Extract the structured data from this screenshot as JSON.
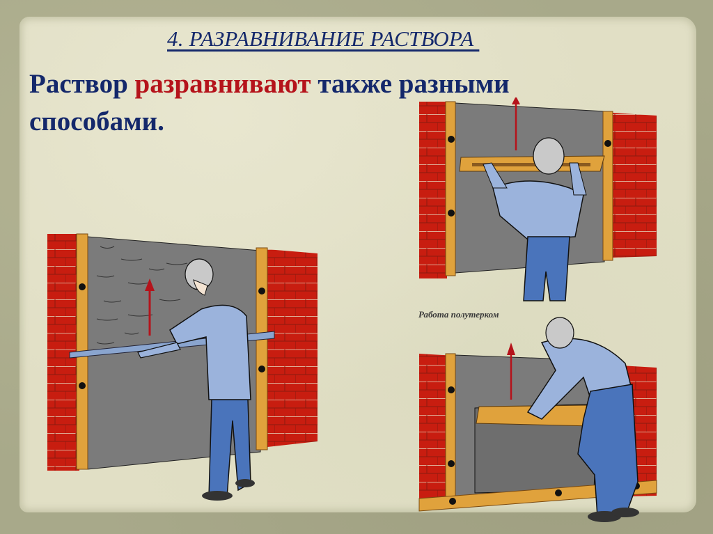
{
  "slide": {
    "title": "4. РАЗРАВНИВАНИЕ РАСТВОРА ",
    "body": {
      "word1": "Раствор ",
      "highlight": "разравнивают",
      "rest_line1": " также разными",
      "line2": "способами."
    },
    "caption": "Работа полутерком"
  },
  "colors": {
    "frame": "#a8a98a",
    "paper": "#e1dfc5",
    "title_text": "#14286b",
    "highlight_text": "#b5131b",
    "brick": "#c81d10",
    "plaster": "#7b7b7b",
    "rail": "#e0a23c",
    "shirt": "#9bb3dc",
    "jeans": "#4a74bb"
  },
  "illustrations": [
    {
      "id": "rule-leveling",
      "description": "worker leveling mortar with a long rule between guide rails"
    },
    {
      "id": "overhead-float",
      "description": "worker lifting a float upward along the wall"
    },
    {
      "id": "half-float",
      "description": "worker smoothing plaster with a half-float (Работа полутерком)"
    }
  ]
}
